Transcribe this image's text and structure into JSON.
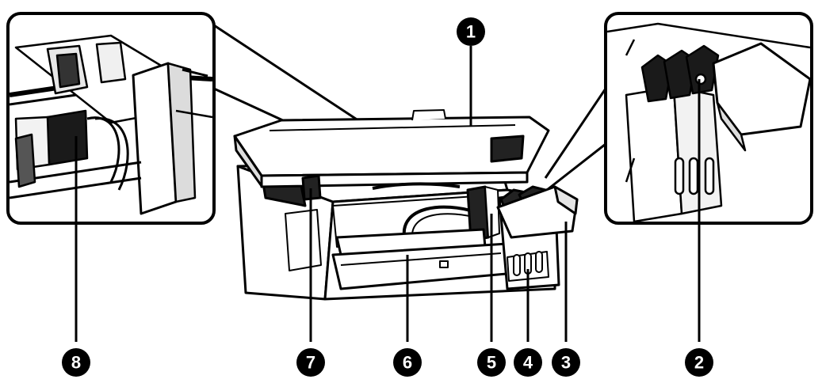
{
  "colors": {
    "stroke": "#000000",
    "fill": "#ffffff",
    "shadow": "#1a1a1a",
    "callout_bg": "#000000",
    "callout_text": "#ffffff"
  },
  "callouts": [
    {
      "id": "1",
      "label": "1"
    },
    {
      "id": "2",
      "label": "2"
    },
    {
      "id": "3",
      "label": "3"
    },
    {
      "id": "4",
      "label": "4"
    },
    {
      "id": "5",
      "label": "5"
    },
    {
      "id": "6",
      "label": "6"
    },
    {
      "id": "7",
      "label": "7"
    },
    {
      "id": "8",
      "label": "8"
    }
  ]
}
